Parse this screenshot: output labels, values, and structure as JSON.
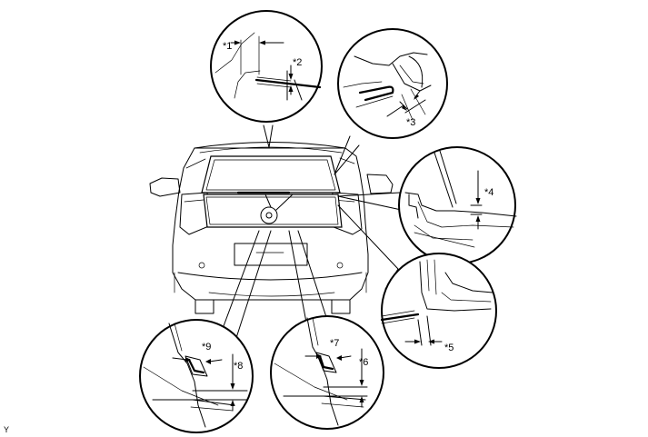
{
  "callouts": {
    "c1": "*1",
    "c2": "*2",
    "c3": "*3",
    "c4": "*4",
    "c5": "*5",
    "c6": "*6",
    "c7": "*7",
    "c8": "*8",
    "c9": "*9"
  },
  "corner_mark": "Y"
}
